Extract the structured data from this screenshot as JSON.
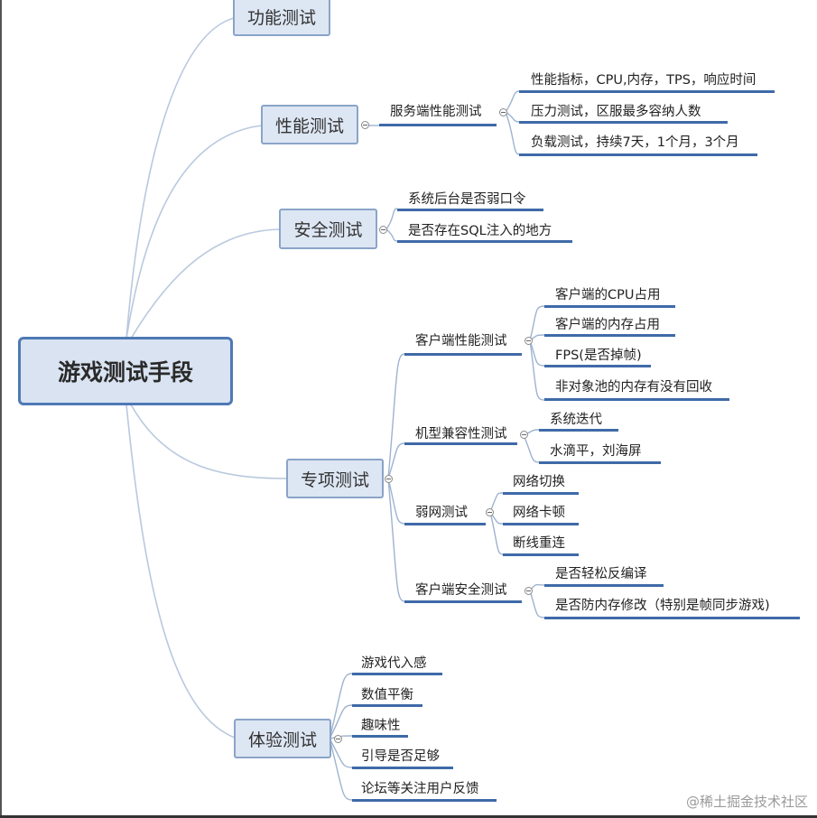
{
  "mindmap": {
    "root": "游戏测试手段",
    "branches": {
      "functional": "功能测试",
      "performance": {
        "label": "性能测试",
        "server": {
          "label": "服务端性能测试",
          "items": [
            "性能指标，CPU,内存，TPS，响应时间",
            "压力测试，区服最多容纳人数",
            "负载测试，持续7天，1个月，3个月"
          ]
        }
      },
      "security": {
        "label": "安全测试",
        "items": [
          "系统后台是否弱口令",
          "是否存在SQL注入的地方"
        ]
      },
      "special": {
        "label": "专项测试",
        "client_perf": {
          "label": "客户端性能测试",
          "items": [
            "客户端的CPU占用",
            "客户端的内存占用",
            "FPS(是否掉帧)",
            "非对象池的内存有没有回收"
          ]
        },
        "compat": {
          "label": "机型兼容性测试",
          "items": [
            "系统迭代",
            "水滴平，刘海屏"
          ]
        },
        "weak_net": {
          "label": "弱网测试",
          "items": [
            "网络切换",
            "网络卡顿",
            "断线重连"
          ]
        },
        "client_sec": {
          "label": "客户端安全测试",
          "items": [
            "是否轻松反编译",
            "是否防内存修改（特别是帧同步游戏)"
          ]
        }
      },
      "experience": {
        "label": "体验测试",
        "items": [
          "游戏代入感",
          "数值平衡",
          "趣味性",
          "引导是否足够",
          "论坛等关注用户反馈"
        ]
      }
    }
  },
  "watermark": "@稀土掘金技术社区"
}
